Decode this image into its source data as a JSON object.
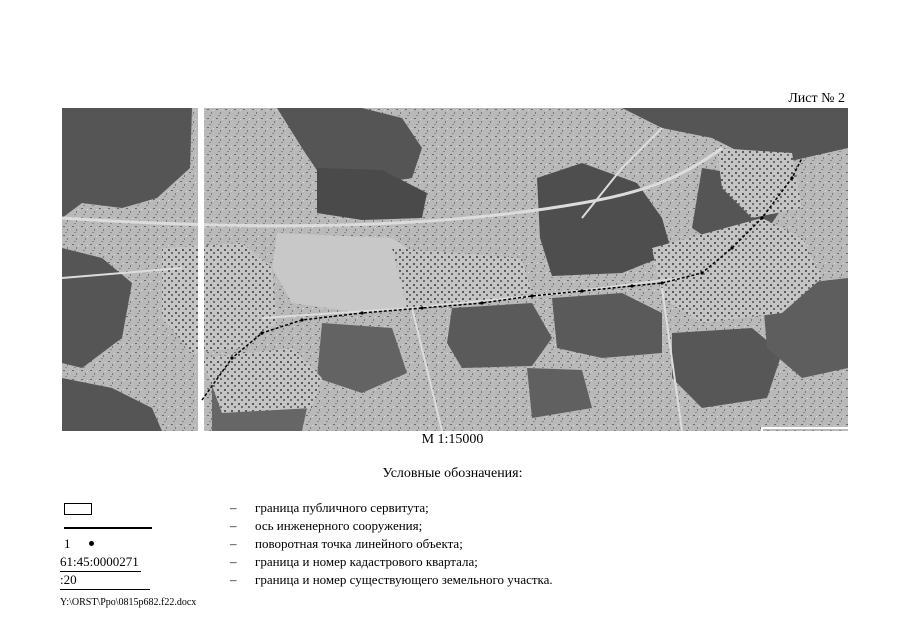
{
  "sheet_label": "Лист № 2",
  "scale_label": "М 1:15000",
  "legend": {
    "title": "Условные обозначения:",
    "dash": "–",
    "items": [
      {
        "symbol": "rect",
        "text": "граница публичного сервитута;"
      },
      {
        "symbol": "line",
        "text": "ось инженерного сооружения;"
      },
      {
        "symbol": "point",
        "symbol_text": "1",
        "text": "поворотная точка линейного объекта;"
      },
      {
        "symbol": "quarter",
        "symbol_text": "61:45:0000271",
        "text": "граница и номер кадастрового квартала;"
      },
      {
        "symbol": "parcel",
        "symbol_text": ":20",
        "text": "граница и номер существующего земельного участка."
      }
    ]
  },
  "footer_path": "Y:\\ORST\\Ppo\\0815p682.f22.docx",
  "colors": {
    "map_dark": "#555555",
    "map_light": "#bdbdbd",
    "map_road": "#d9d9d9",
    "line": "#000000"
  }
}
